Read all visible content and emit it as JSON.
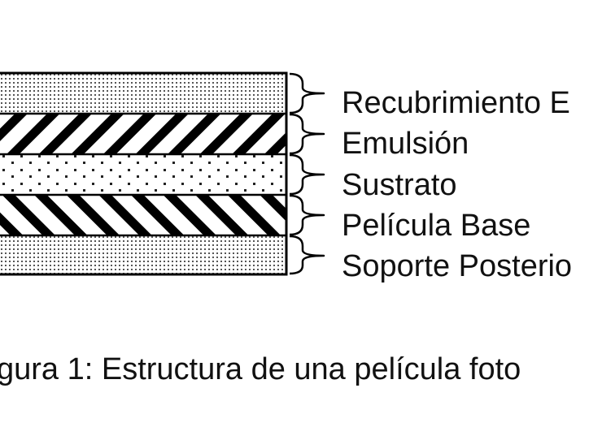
{
  "figure": {
    "layers": [
      {
        "label": "Recubrimiento E",
        "pattern": "dense-dots"
      },
      {
        "label": "Emulsión",
        "pattern": "bold-diagonal-hatch"
      },
      {
        "label": "Sustrato",
        "pattern": "sparse-dots"
      },
      {
        "label": "Película Base",
        "pattern": "bold-diagonal-hatch"
      },
      {
        "label": "Soporte Posterio",
        "pattern": "dense-dots"
      }
    ],
    "caption": "gura 1: Estructura de una película foto"
  }
}
